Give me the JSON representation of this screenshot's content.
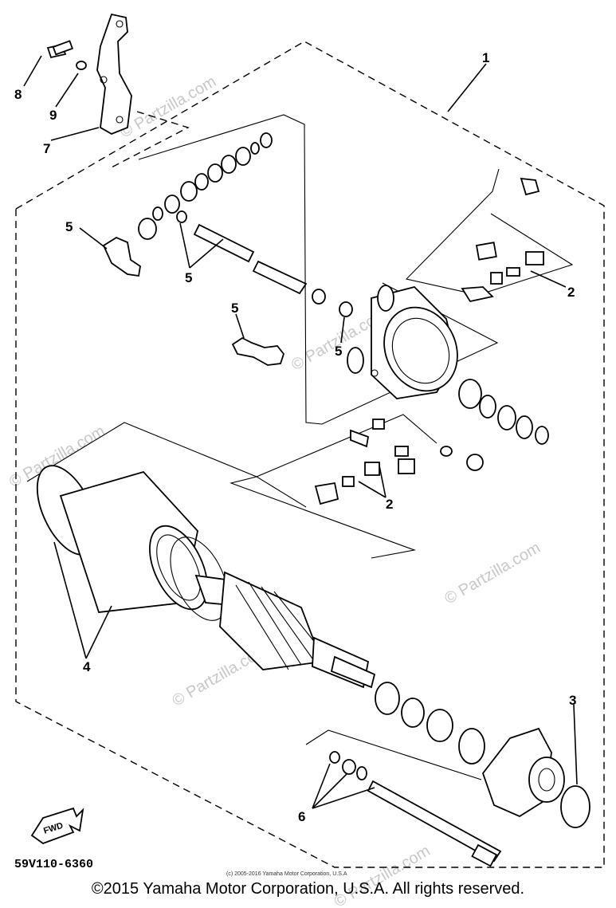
{
  "diagram": {
    "callouts": {
      "c1": "1",
      "c2a": "2",
      "c2b": "2",
      "c3": "3",
      "c4": "4",
      "c5a": "5",
      "c5b": "5",
      "c5c": "5",
      "c5d": "5",
      "c6": "6",
      "c7": "7",
      "c8": "8",
      "c9": "9"
    },
    "drawing_code": "59V110-6360",
    "fwd_label": "FWD",
    "small_copyright": "(c) 2005-2016 Yamaha Motor Corporation, U.S.A",
    "watermark": "© Partzilla.com"
  },
  "footer": {
    "copyright": "©2015 Yamaha Motor Corporation, U.S.A. All rights reserved."
  }
}
